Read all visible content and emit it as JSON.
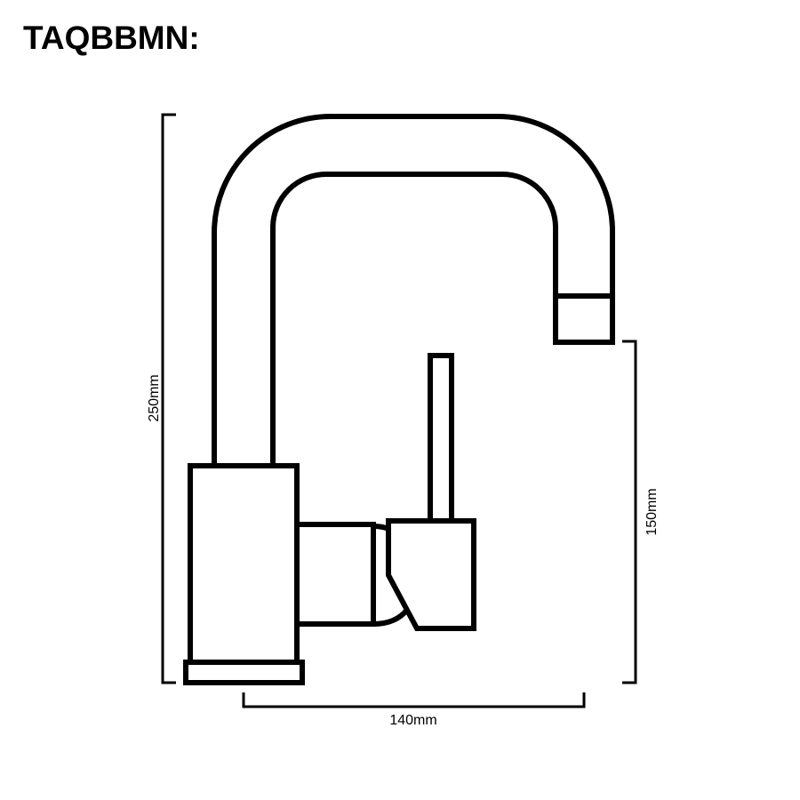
{
  "title": "TAQBBMN:",
  "dimensions": {
    "height_total": "250mm",
    "spout_height": "150mm",
    "reach": "140mm"
  }
}
